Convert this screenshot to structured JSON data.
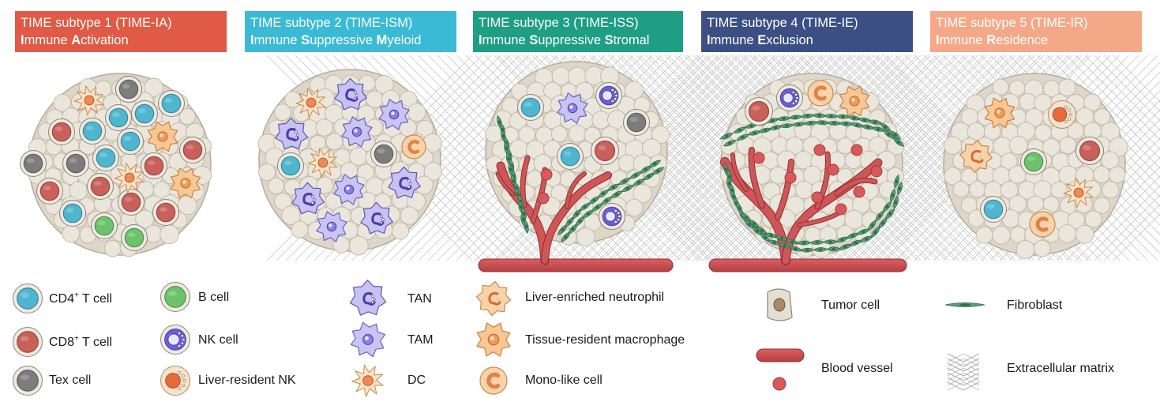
{
  "panels": [
    {
      "id": "ia",
      "title": "TIME subtype 1 (TIME-IA)",
      "subtitle_parts": [
        {
          "t": "I",
          "b": true
        },
        {
          "t": "mmune ",
          "b": false
        },
        {
          "t": "A",
          "b": true
        },
        {
          "t": "ctivation",
          "b": false
        }
      ],
      "color": "#e05a45",
      "text_color": "#ffffff"
    },
    {
      "id": "ism",
      "title": "TIME subtype 2 (TIME-ISM)",
      "subtitle_parts": [
        {
          "t": "I",
          "b": true
        },
        {
          "t": "mmune ",
          "b": false
        },
        {
          "t": "S",
          "b": true
        },
        {
          "t": "uppressive ",
          "b": false
        },
        {
          "t": "M",
          "b": true
        },
        {
          "t": "yeloid",
          "b": false
        }
      ],
      "color": "#3bbad6",
      "text_color": "#ffffff"
    },
    {
      "id": "iss",
      "title": "TIME subtype 3 (TIME-ISS)",
      "subtitle_parts": [
        {
          "t": "I",
          "b": true
        },
        {
          "t": "mmune ",
          "b": false
        },
        {
          "t": "S",
          "b": true
        },
        {
          "t": "uppressive ",
          "b": false
        },
        {
          "t": "S",
          "b": true
        },
        {
          "t": "tromal",
          "b": false
        }
      ],
      "color": "#1e9e84",
      "text_color": "#ffffff"
    },
    {
      "id": "ie",
      "title": "TIME subtype 4 (TIME-IE)",
      "subtitle_parts": [
        {
          "t": "I",
          "b": true
        },
        {
          "t": "mmune ",
          "b": false
        },
        {
          "t": "E",
          "b": true
        },
        {
          "t": "xclusion",
          "b": false
        }
      ],
      "color": "#3c4f84",
      "text_color": "#ffffff"
    },
    {
      "id": "ir",
      "title": "TIME subtype 5 (TIME-IR)",
      "subtitle_parts": [
        {
          "t": "I",
          "b": true
        },
        {
          "t": "mmune ",
          "b": false
        },
        {
          "t": "R",
          "b": true
        },
        {
          "t": "esidence",
          "b": false
        }
      ],
      "color": "#f4a888",
      "text_color": "#ffffff"
    }
  ],
  "legend": {
    "cd4": {
      "text": "CD4",
      "sup": "+",
      "rest": " T cell"
    },
    "cd8": {
      "text": "CD8",
      "sup": "+",
      "rest": " T cell"
    },
    "tex": "Tex cell",
    "bcell": "B cell",
    "nk": "NK cell",
    "lrnk": "Liver-resident NK",
    "tan": "TAN",
    "tam": "TAM",
    "dc": "DC",
    "len": "Liver-enriched neutrophil",
    "trm": "Tissue-resident macrophage",
    "mono": "Mono-like cell",
    "tumor": "Tumor cell",
    "vessel": "Blood vessel",
    "fibro": "Fibroblast",
    "ecm": "Extracellular matrix"
  },
  "colors": {
    "cd4": "#4fb6d0",
    "cd8": "#c9605a",
    "tex": "#7d7d7d",
    "bcell": "#6cc36c",
    "nk": "#6a5ee0",
    "lrnk": "#e86a3a",
    "tan": "#7468d6",
    "tam": "#8a7fe0",
    "neutrophil": "#f2b37d",
    "mono": "#f2b37d",
    "tumor": "#e4ded3",
    "vessel": "#c8494b",
    "fibroblast": "#3f8a5e",
    "ecm": "#c7c7c7"
  },
  "icons": [
    "cd4-t-cell-icon",
    "cd8-t-cell-icon",
    "tex-cell-icon",
    "b-cell-icon",
    "nk-cell-icon",
    "liver-resident-nk-icon",
    "tan-icon",
    "tam-icon",
    "dc-icon",
    "liver-enriched-neutrophil-icon",
    "tissue-resident-macrophage-icon",
    "mono-like-cell-icon",
    "tumor-cell-icon",
    "blood-vessel-icon",
    "fibroblast-icon",
    "extracellular-matrix-icon"
  ]
}
